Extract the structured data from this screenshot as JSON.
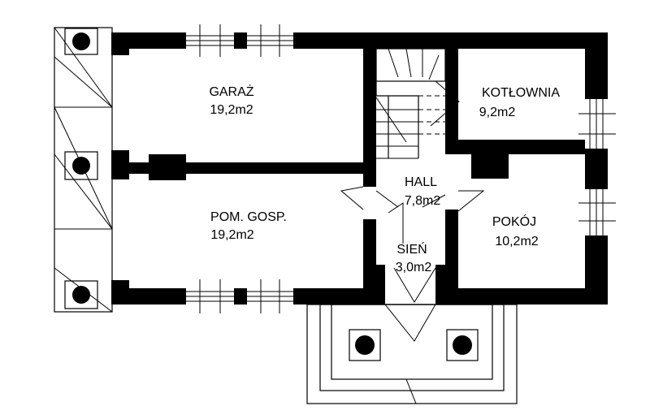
{
  "rooms": [
    {
      "name": "GARAŻ",
      "area": "19,2m2"
    },
    {
      "name": "KOTŁOWNIA",
      "area": "9,2m2"
    },
    {
      "name": "HALL",
      "area": "7,8m2"
    },
    {
      "name": "POM. GOSP.",
      "area": "19,2m2"
    },
    {
      "name": "POKÓJ",
      "area": "10,2m2"
    },
    {
      "name": "SIEŃ",
      "area": "3,0m2"
    }
  ],
  "colors": {
    "wall": "#000000",
    "background": "#ffffff"
  }
}
